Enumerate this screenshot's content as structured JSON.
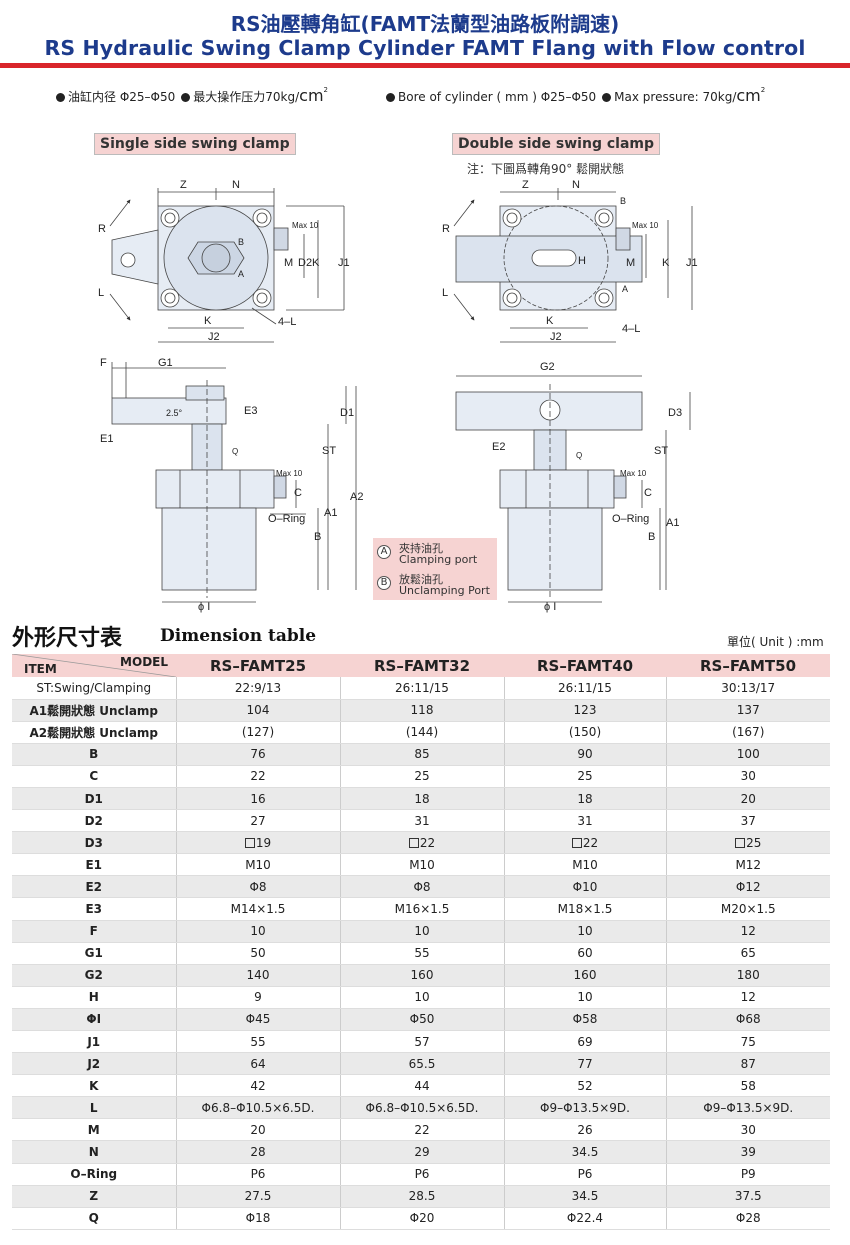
{
  "header": {
    "title_cn": "RS油壓轉角缸(FAMT法蘭型油路板附調速)",
    "title_en": "RS Hydraulic Swing Clamp Cylinder FAMT Flang with Flow control"
  },
  "specs": {
    "bore_cn": "油缸内径 Φ25–Φ50",
    "pressure_cn": "最大操作压力70kg/",
    "bore_en": "Bore of cylinder ( mm ) Φ25–Φ50",
    "pressure_en": "Max pressure: 70kg/",
    "unit": "cm",
    "sup": "2"
  },
  "drawings": {
    "single_label": "Single side swing clamp",
    "double_label": "Double side swing clamp",
    "double_note": "注：下圖爲轉角90° 鬆開狀態",
    "labels": {
      "Z": "Z",
      "N": "N",
      "R": "R",
      "L": "L",
      "K": "K",
      "J2": "J2",
      "M": "M",
      "D2": "D2",
      "J1": "J1",
      "H": "H",
      "four_L": "4–L",
      "max10": "Max 10",
      "A": "A",
      "B": "B",
      "F": "F",
      "G1": "G1",
      "G2": "G2",
      "E1": "E1",
      "E2": "E2",
      "E3": "E3",
      "D1": "D1",
      "D3": "D3",
      "ST": "ST",
      "C": "C",
      "A1": "A1",
      "A2": "A2",
      "Bdim": "B",
      "Q": "Q",
      "oring": "O–Ring",
      "phiI": "ϕ I",
      "deg": "2.5°"
    }
  },
  "legend": {
    "a_symbol": "A",
    "a_cn": "夾持油孔",
    "a_en": "Clamping port",
    "b_symbol": "B",
    "b_cn": "放鬆油孔",
    "b_en": "Unclamping Port"
  },
  "table": {
    "title_cn": "外形尺寸表",
    "title_en": "Dimension table",
    "unit_label": "單位( Unit ) :mm",
    "item_label": "ITEM",
    "model_label": "MODEL",
    "models": [
      "RS–FAMT25",
      "RS–FAMT32",
      "RS–FAMT40",
      "RS–FAMT50"
    ],
    "rows": [
      {
        "label": "ST:Swing/Clamping",
        "values": [
          "22:9/13",
          "26:11/15",
          "26:11/15",
          "30:13/17"
        ]
      },
      {
        "label": "A1鬆開狀態 Unclamp",
        "values": [
          "104",
          "118",
          "123",
          "137"
        ]
      },
      {
        "label": "A2鬆開狀態 Unclamp",
        "values": [
          "(127)",
          "(144)",
          "(150)",
          "(167)"
        ]
      },
      {
        "label": "B",
        "values": [
          "76",
          "85",
          "90",
          "100"
        ]
      },
      {
        "label": "C",
        "values": [
          "22",
          "25",
          "25",
          "30"
        ]
      },
      {
        "label": "D1",
        "values": [
          "16",
          "18",
          "18",
          "20"
        ]
      },
      {
        "label": "D2",
        "values": [
          "27",
          "31",
          "31",
          "37"
        ]
      },
      {
        "label": "D3",
        "values": [
          "19",
          "22",
          "22",
          "25"
        ]
      },
      {
        "label": "E1",
        "values": [
          "M10",
          "M10",
          "M10",
          "M12"
        ]
      },
      {
        "label": "E2",
        "values": [
          "Φ8",
          "Φ8",
          "Φ10",
          "Φ12"
        ]
      },
      {
        "label": "E3",
        "values": [
          "M14×1.5",
          "M16×1.5",
          "M18×1.5",
          "M20×1.5"
        ]
      },
      {
        "label": "F",
        "values": [
          "10",
          "10",
          "10",
          "12"
        ]
      },
      {
        "label": "G1",
        "values": [
          "50",
          "55",
          "60",
          "65"
        ]
      },
      {
        "label": "G2",
        "values": [
          "140",
          "160",
          "160",
          "180"
        ]
      },
      {
        "label": "H",
        "values": [
          "9",
          "10",
          "10",
          "12"
        ]
      },
      {
        "label": "ΦI",
        "values": [
          "Φ45",
          "Φ50",
          "Φ58",
          "Φ68"
        ]
      },
      {
        "label": "J1",
        "values": [
          "55",
          "57",
          "69",
          "75"
        ]
      },
      {
        "label": "J2",
        "values": [
          "64",
          "65.5",
          "77",
          "87"
        ]
      },
      {
        "label": "K",
        "values": [
          "42",
          "44",
          "52",
          "58"
        ]
      },
      {
        "label": "L",
        "values": [
          "Φ6.8–Φ10.5×6.5D.",
          "Φ6.8–Φ10.5×6.5D.",
          "Φ9–Φ13.5×9D.",
          "Φ9–Φ13.5×9D."
        ]
      },
      {
        "label": "M",
        "values": [
          "20",
          "22",
          "26",
          "30"
        ]
      },
      {
        "label": "N",
        "values": [
          "28",
          "29",
          "34.5",
          "39"
        ]
      },
      {
        "label": "O–Ring",
        "values": [
          "P6",
          "P6",
          "P6",
          "P9"
        ]
      },
      {
        "label": "Z",
        "values": [
          "27.5",
          "28.5",
          "34.5",
          "37.5"
        ]
      },
      {
        "label": "Q",
        "values": [
          "Φ18",
          "Φ20",
          "Φ22.4",
          "Φ28"
        ]
      }
    ]
  }
}
